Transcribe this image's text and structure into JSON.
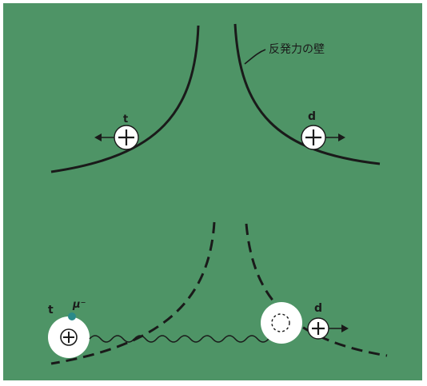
{
  "colors": {
    "background": "#4e9466",
    "frame": "#ffffff",
    "line": "#1a1a1a",
    "particle_fill": "#ffffff",
    "muon": "#2a8a8a"
  },
  "upper_diagram": {
    "wall_label": "反発力の壁",
    "particle_left_label": "t",
    "particle_right_label": "d",
    "particle_symbol": "+"
  },
  "lower_diagram": {
    "particle_left_label": "t",
    "muon_label": "μ⁻",
    "particle_right_label": "d",
    "particle_symbol": "+"
  }
}
